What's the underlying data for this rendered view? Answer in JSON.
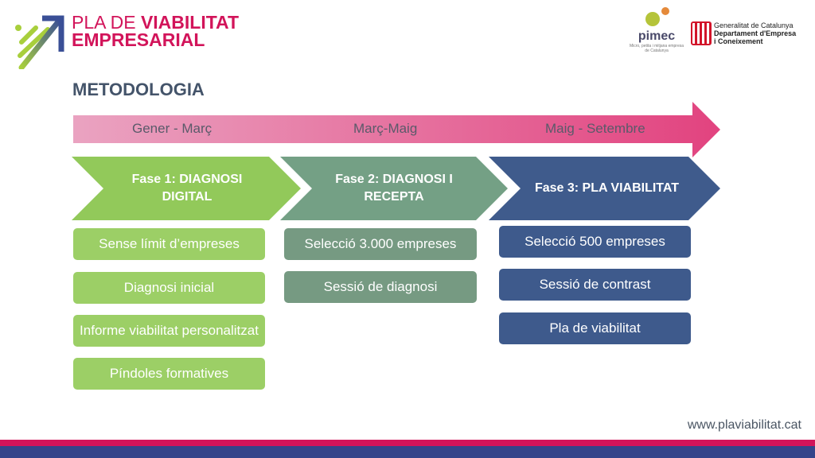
{
  "header": {
    "logo_line1_light": "PLA DE",
    "logo_line1_bold": "VIABILITAT",
    "logo_line2": "EMPRESARIAL",
    "pimec": "pimec",
    "pimec_sub": "Micro, petita i mitjana empresa de Catalunya",
    "gencat_line1": "Generalitat de Catalunya",
    "gencat_line2": "Departament d'Empresa",
    "gencat_line3": "i Coneixement"
  },
  "title": "METODOLOGIA",
  "timeline": [
    "Gener - Març",
    "Març-Maig",
    "Maig - Setembre"
  ],
  "phases": [
    {
      "label": "Fase 1: DIAGNOSI DIGITAL",
      "color": "#92c95a",
      "items": [
        "Sense límit d’empreses",
        "Diagnosi inicial",
        "Informe viabilitat personalitzat",
        "Píndoles formatives"
      ]
    },
    {
      "label": "Fase 2: DIAGNOSI I RECEPTA",
      "color": "#74a085",
      "items": [
        "Selecció 3.000 empreses",
        "Sessió de diagnosi"
      ]
    },
    {
      "label": "Fase 3: PLA VIABILITAT",
      "color": "#3f5b8c",
      "items": [
        "Selecció 500 empreses",
        "Sessió de contrast",
        "Pla de viabilitat"
      ]
    }
  ],
  "footer": {
    "url": "www.plaviabilitat.cat"
  }
}
